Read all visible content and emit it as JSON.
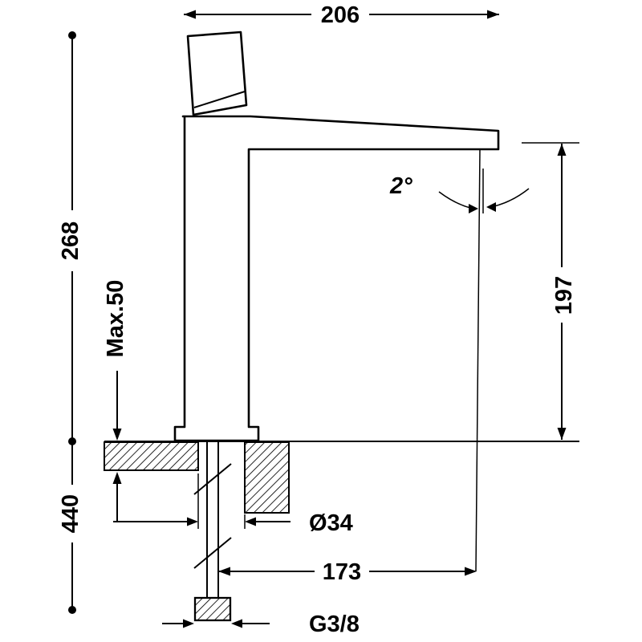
{
  "drawing": {
    "type": "technical-dimension-drawing",
    "subject": "single-lever basin mixer tap, side elevation with mounting dimensions",
    "colors": {
      "line": "#000000",
      "background": "#ffffff"
    },
    "dimensions": {
      "overall_width": "206",
      "height_above_counter": "268",
      "max_counter_thickness": "Max.50",
      "height_below_counter": "440",
      "spout_height": "197",
      "spout_angle": "2°",
      "hole_diameter": "Ø34",
      "spout_projection": "173",
      "inlet_thread": "G3/8"
    }
  }
}
